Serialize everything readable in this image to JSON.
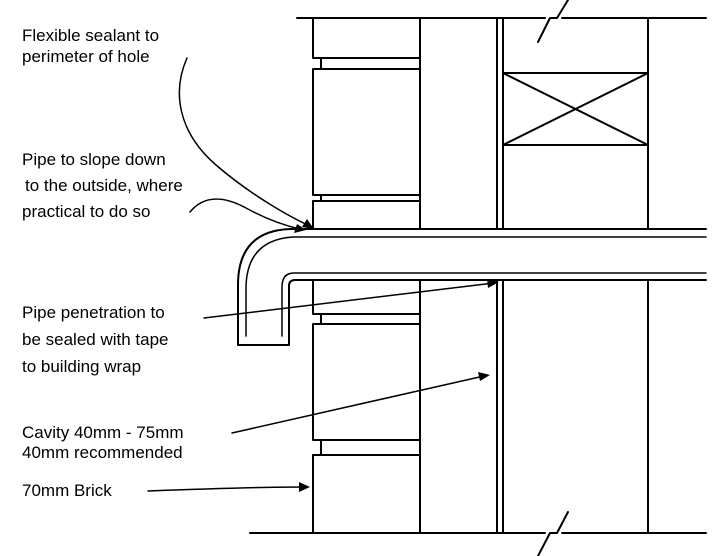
{
  "labels": {
    "sealant": [
      "Flexible sealant to",
      "perimeter of hole"
    ],
    "slope": [
      "Pipe to slope down",
      "to the outside, where",
      "practical to do so"
    ],
    "penetration": [
      "Pipe penetration to",
      "be sealed with tape",
      "to building wrap"
    ],
    "cavity": [
      "Cavity 40mm - 75mm",
      "40mm recommended"
    ],
    "brick": [
      "70mm Brick"
    ]
  }
}
